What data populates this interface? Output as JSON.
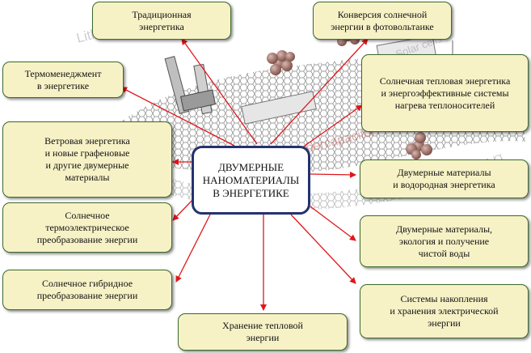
{
  "center": {
    "label": "ДВУМЕРНЫЕ\nНАНОМАТЕРИАЛЫ\nВ ЭНЕРГЕТИКЕ"
  },
  "boxes": [
    {
      "id": "traditional",
      "label": "Традиционная\nэнергетика"
    },
    {
      "id": "photovoltaic",
      "label": "Конверсия солнечной\nэнергии в фотовольтаике"
    },
    {
      "id": "thermal-management",
      "label": "Термоменеджмент\nв энергетике"
    },
    {
      "id": "solar-thermal",
      "label": "Солнечная тепловая энергетика\nи энергоэффективные системы\nнагрева теплоносителей"
    },
    {
      "id": "wind-graphene",
      "label": "Ветровая энергетика\nи новые графеновые\nи другие двумерные\nматериалы"
    },
    {
      "id": "hydrogen",
      "label": "Двумерные материалы\nи водородная энергетика"
    },
    {
      "id": "thermoelectric",
      "label": "Солнечное\nтермоэлектрическое\nпреобразование энергии"
    },
    {
      "id": "ecology-water",
      "label": "Двумерные материалы,\nэкология и получение\nчистой воды"
    },
    {
      "id": "hybrid",
      "label": "Солнечное гибридное\nпреобразование энергии"
    },
    {
      "id": "electric-storage",
      "label": "Системы накопления\nи хранения электрической\nэнергии"
    },
    {
      "id": "heat-storage",
      "label": "Хранение тепловой\nэнергии"
    }
  ],
  "watermarks": [
    "Lithium ion Batteries",
    "Supercapacitor",
    "Solar cells"
  ],
  "colors": {
    "box_fill": "#f7f2c6",
    "box_border": "#3b6a2c",
    "center_border": "#23336e",
    "arrow": "#e0161b"
  }
}
